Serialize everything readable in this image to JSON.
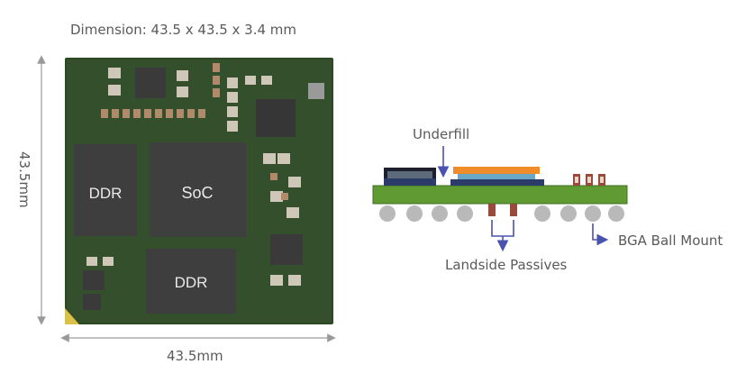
{
  "module": {
    "dimension_text": "Dimension: 43.5 x 43.5 x 3.4 mm",
    "width_label": "43.5mm",
    "height_label": "43.5mm",
    "chips": {
      "ddr_top": "DDR",
      "soc": "SoC",
      "ddr_bottom": "DDR"
    }
  },
  "cross_section": {
    "underfill_label": "Underfill",
    "landside_label": "Landside Passives",
    "bga_label": "BGA Ball Mount"
  },
  "colors": {
    "pcb": "#2f4a26",
    "chip": "#3c3c3c",
    "substrate": "#6aa03a",
    "ball": "#b9b9b9",
    "arrow": "#4a52b0"
  }
}
